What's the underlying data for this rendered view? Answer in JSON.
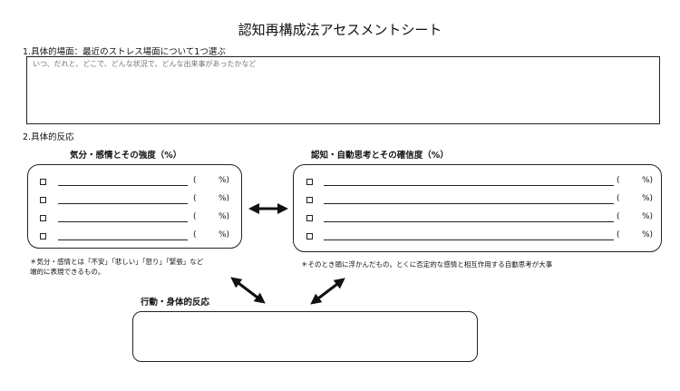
{
  "title": "認知再構成法アセスメントシート",
  "situation": {
    "label": "1.具体的場面：最近のストレス場面について1つ選ぶ",
    "placeholder": "いつ、だれと、どこで、どんな状況で、どんな出来事があったかなど"
  },
  "reactions": {
    "label": "2.具体的反応",
    "emotion": {
      "title": "気分・感情とその強度（%）",
      "checkbox_glyph": "□",
      "paren_open": "(",
      "percent": "%)",
      "rows": 4,
      "note_line1": "＊気分・感情とは「不安」「悲しい」「怒り」「緊張」など",
      "note_line2": "端的に表現できるもの。"
    },
    "thought": {
      "title": "認知・自動思考とその確信度（%）",
      "checkbox_glyph": "□",
      "paren_open": "(",
      "percent": "%)",
      "rows": 4,
      "note": "＊そのとき頭に浮かんだもの。とくに否定的な感情と相互作用する自動思考が大事"
    },
    "behavior": {
      "title": "行動・身体的反応"
    }
  },
  "arrow_color": "#111111"
}
